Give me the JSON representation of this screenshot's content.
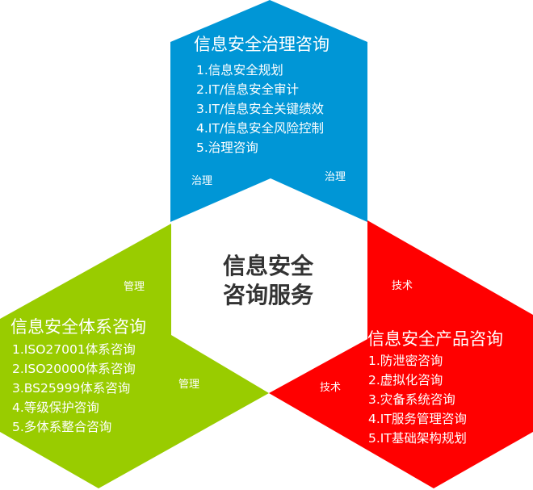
{
  "colors": {
    "governance": "#0096D6",
    "management": "#99CC00",
    "technology": "#FF0000",
    "center_text": "#333333"
  },
  "center": {
    "line1": "信息安全",
    "line2": "咨询服务"
  },
  "governance": {
    "title": "信息安全治理咨询",
    "items": [
      "1.信息安全规划",
      "2.IT/信息安全审计",
      "3.IT/信息安全关键绩效",
      "4.IT/信息安全风险控制",
      "5.治理咨询"
    ],
    "edge_labels": [
      "治理",
      "治理"
    ]
  },
  "management": {
    "title": "信息安全体系咨询",
    "items": [
      "1.ISO27001体系咨询",
      "2.ISO20000体系咨询",
      "3.BS25999体系咨询",
      "4.等级保护咨询",
      "5.多体系整合咨询"
    ],
    "edge_labels": [
      "管理",
      "管理"
    ]
  },
  "technology": {
    "title": "信息安全产品咨询",
    "items": [
      "1.防泄密咨询",
      "2.虚拟化咨询",
      "3.灾备系统咨询",
      "4.IT服务管理咨询",
      "5.IT基础架构规划"
    ],
    "edge_labels": [
      "技术",
      "技术"
    ]
  }
}
